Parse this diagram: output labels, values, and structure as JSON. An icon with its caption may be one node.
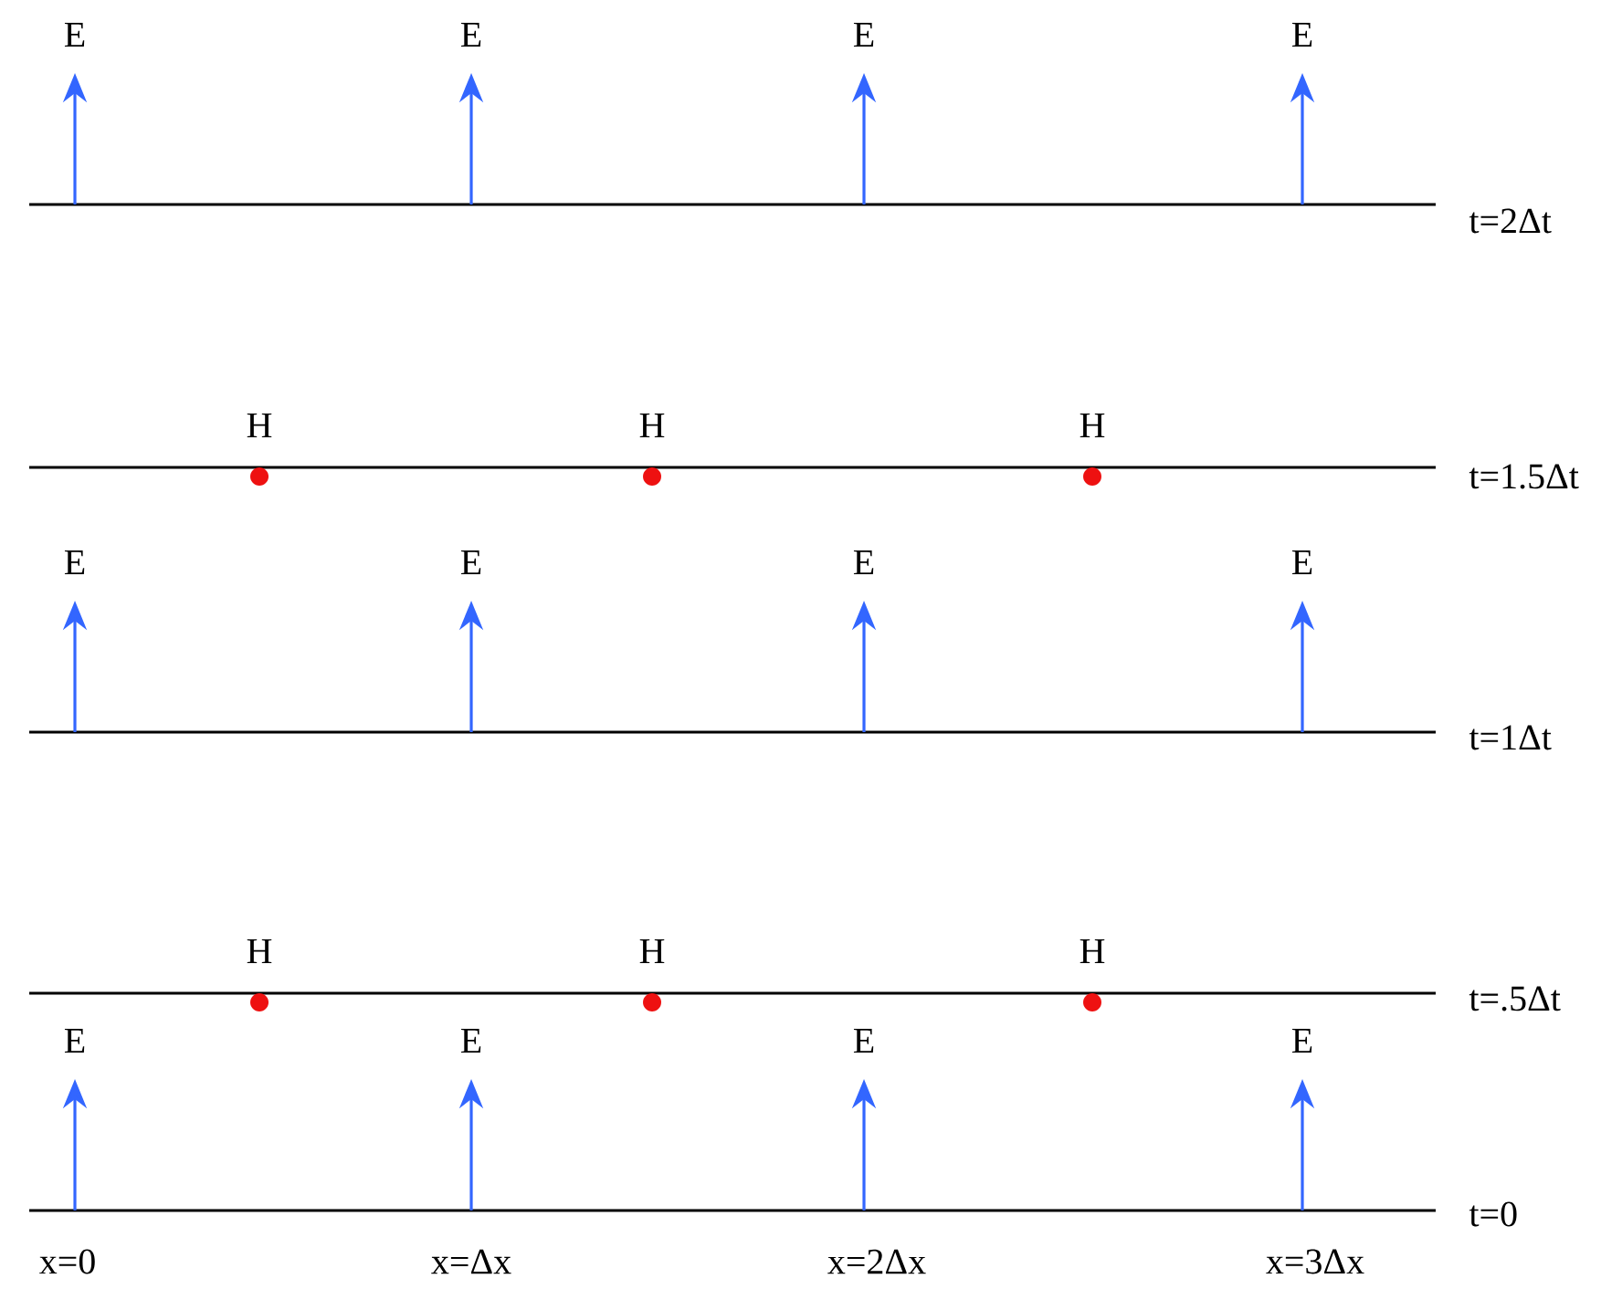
{
  "diagram": {
    "labels": [
      "E",
      "E",
      "E",
      "E",
      "t=2Δt",
      "H",
      "H",
      "H",
      "t=1.5Δt",
      "E",
      "E",
      "E",
      "E",
      "t=1Δt",
      "H",
      "H",
      "H",
      "t=.5Δt",
      "E",
      "E",
      "E",
      "E",
      "t=0",
      "x=0",
      "x=Δx",
      "x=2Δx",
      "x=3Δx"
    ]
  }
}
